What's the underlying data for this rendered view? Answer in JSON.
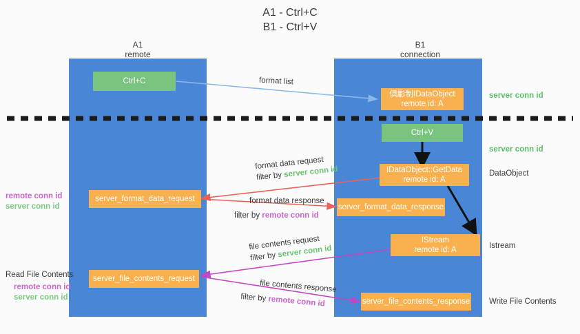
{
  "title": {
    "line1": "A1 - Ctrl+C",
    "line2": "B1 - Ctrl+V"
  },
  "columns": {
    "a1": {
      "name": "A1",
      "role": "remote"
    },
    "b1": {
      "name": "B1",
      "role": "connection"
    }
  },
  "nodes": {
    "ctrl_c": {
      "label": "Ctrl+C"
    },
    "idataobject": {
      "label": "倶彲制IDataObject",
      "sub": "remote id: A"
    },
    "ctrl_v": {
      "label": "Ctrl+V"
    },
    "getdata": {
      "label": "IDataObject::GetData",
      "sub": "remote id: A"
    },
    "istream": {
      "label": "IStream",
      "sub": "remote id: A"
    },
    "format_data_request": {
      "label": "server_format_data_request"
    },
    "format_data_response": {
      "label": "server_format_data_response"
    },
    "file_contents_request": {
      "label": "server_file_contents_request"
    },
    "file_contents_response": {
      "label": "server_file_contents_response"
    }
  },
  "flows": {
    "format_list": {
      "label": "format list"
    },
    "format_data_request": {
      "line1": "format data request",
      "filter_prefix": "filter by ",
      "filter_value": "server conn id"
    },
    "format_data_response": {
      "line1": "format data response",
      "filter_prefix": "filter by ",
      "filter_value": "remote conn id"
    },
    "file_contents_request": {
      "line1": "file contents request",
      "filter_prefix": "filter by ",
      "filter_value": "server conn id"
    },
    "file_contents_response": {
      "line1": "file contents response",
      "filter_prefix": "filter by ",
      "filter_value": "remote conn id"
    }
  },
  "right_labels": {
    "server_conn_id_top": "server conn id",
    "server_conn_id_mid": "server conn id",
    "dataobject": "DataObject",
    "istream": "Istream",
    "write_file_contents": "Write File Contents"
  },
  "left_labels": {
    "remote_conn_id_1": "remote conn id",
    "server_conn_id_1": "server conn id",
    "read_file_contents": "Read File Contents",
    "remote_conn_id_2": "remote conn id",
    "server_conn_id_2": "server conn id"
  },
  "colors": {
    "band": "#4a86d6",
    "green_node": "#79c47e",
    "orange_node": "#f9b04e",
    "blue_arrow": "#8ab9e8",
    "red_arrow": "#e8625a",
    "magenta_arrow": "#c346c3",
    "black_arrow": "#111111",
    "green_text": "#5cbf6a",
    "magenta_text": "#cc55cc",
    "divider": "#1a1a1a"
  }
}
